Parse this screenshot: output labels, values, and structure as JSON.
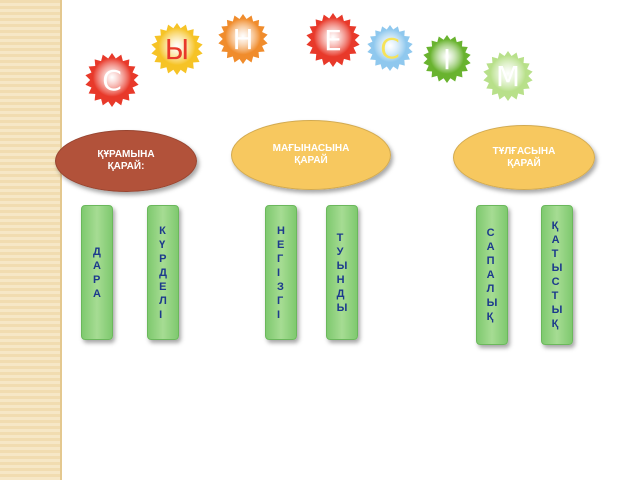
{
  "title_letters": [
    {
      "letter": "С",
      "color": "#e8392a",
      "text": "#ffffff"
    },
    {
      "letter": "Ы",
      "color": "#f6c326",
      "text": "#e8392a"
    },
    {
      "letter": "Н",
      "color": "#f08c2c",
      "text": "#ffffff"
    },
    {
      "letter": "Е",
      "color": "#e8392a",
      "text": "#ffffff"
    },
    {
      "letter": "С",
      "color": "#8fc8ee",
      "text": "#f6e35a"
    },
    {
      "letter": "І",
      "color": "#69b32f",
      "text": "#ffffff"
    },
    {
      "letter": "М",
      "color": "#b8e08a",
      "text": "#ffffff"
    }
  ],
  "categories": [
    {
      "label": "ҚҰРАМЫНА\nҚАРАЙ:",
      "fill": "#b2523a",
      "text": "#ffffff"
    },
    {
      "label": "МАҒЫНАСЫНА\nҚАРАЙ",
      "fill": "#f7c85f",
      "text": "#ffffff"
    },
    {
      "label": "ТҰЛҒАСЫНА\nҚАРАЙ",
      "fill": "#f7c85f",
      "text": "#ffffff"
    }
  ],
  "boxes": [
    {
      "word": "ДАРА"
    },
    {
      "word": "КҮРДЕЛІ"
    },
    {
      "word": "НЕГІЗГІ"
    },
    {
      "word": "ТУЫНДЫ"
    },
    {
      "word": "САПАЛЫҚ"
    },
    {
      "word": "ҚАТЫСТЫҚ"
    }
  ]
}
